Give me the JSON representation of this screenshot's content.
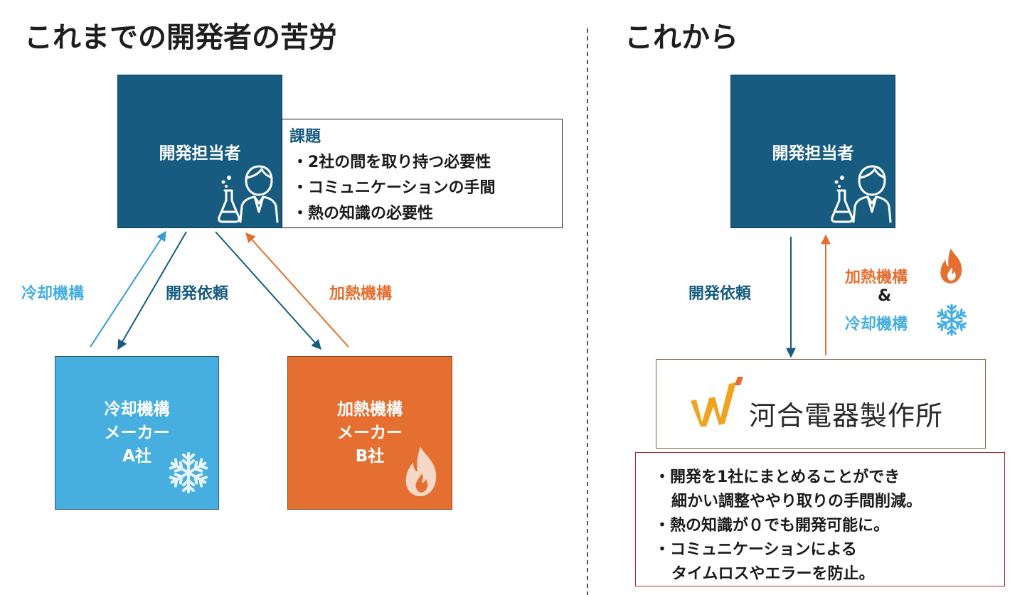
{
  "left": {
    "heading": "これまでの開発者の苦労",
    "developer_label": "開発担当者",
    "issues": {
      "title": "課題",
      "items": [
        "・2社の間を取り持つ必要性",
        "・コミュニケーションの手間",
        "・熱の知識の必要性"
      ]
    },
    "arrows": {
      "cooling": "冷却機構",
      "request": "開発依頼",
      "heating": "加熱機構"
    },
    "vendor_a": {
      "line1": "冷却機構",
      "line2": "メーカー",
      "line3": "A社"
    },
    "vendor_b": {
      "line1": "加熱機構",
      "line2": "メーカー",
      "line3": "B社"
    }
  },
  "right": {
    "heading": "これから",
    "developer_label": "開発担当者",
    "arrows": {
      "request": "開発依頼",
      "heating": "加熱機構",
      "and": "&",
      "cooling": "冷却機構"
    },
    "company_name": "河合電器製作所",
    "benefits": [
      "・開発を1社にまとめることができ",
      "細かい調整ややり取りの手間削減。",
      "・熱の知識が０でも開発可能に。",
      "・コミュニケーションによる",
      "タイムロスやエラーを防止。"
    ]
  },
  "colors": {
    "developer": "#175c80",
    "cooling": "#47aee0",
    "heating": "#e56f30",
    "benefit_border": "#b2272d",
    "company_border": "#8a5a3c"
  },
  "icons": [
    "scientist-icon",
    "snowflake-icon",
    "flame-icon",
    "company-logo"
  ]
}
